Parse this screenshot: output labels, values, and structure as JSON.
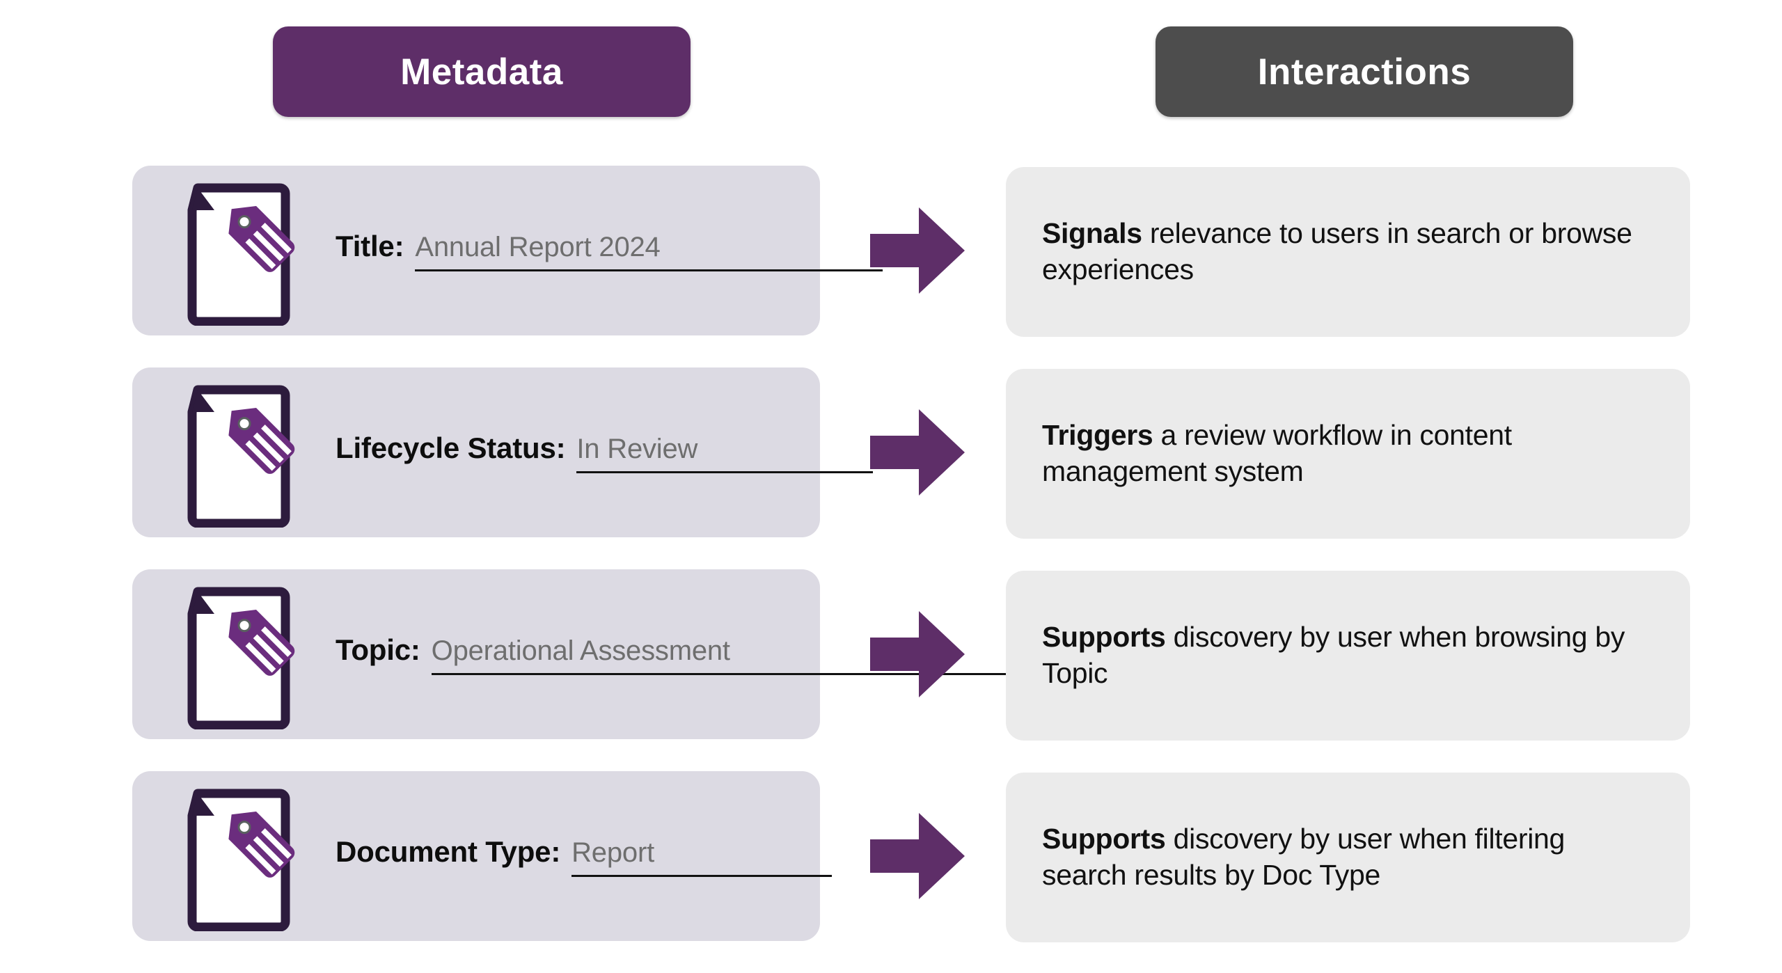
{
  "columns": {
    "left": {
      "title": "Metadata",
      "color": "#5E2E68"
    },
    "right": {
      "title": "Interactions",
      "color": "#4D4D4D"
    }
  },
  "accent": {
    "purple": "#5E2E68",
    "tag_purple": "#6B2D7E",
    "doc_outline": "#2D1B3D"
  },
  "cards": {
    "left_bg": "#DCDAE3",
    "right_bg": "#EBEBEB"
  },
  "icons": {
    "document_tag": "document-tag-icon",
    "arrow": "right-block-arrow-icon"
  },
  "rows": [
    {
      "icon": "document-tag-icon",
      "label": "Title:",
      "value": "Annual Report 2024",
      "underline_width": 320,
      "interaction_lead": "Signals",
      "interaction_rest": " relevance to users in search or browse experiences"
    },
    {
      "icon": "document-tag-icon",
      "label": "Lifecycle Status:",
      "value": "In Review",
      "underline_width": 252,
      "interaction_lead": "Triggers",
      "interaction_rest": " a review workflow in content management system"
    },
    {
      "icon": "document-tag-icon",
      "label": "Topic:",
      "value": "Operational Assessment",
      "underline_width": 490,
      "interaction_lead": "Supports",
      "interaction_rest": " discovery by user when browsing by Topic"
    },
    {
      "icon": "document-tag-icon",
      "label": "Document Type:",
      "value": "Report",
      "underline_width": 255,
      "interaction_lead": "Supports",
      "interaction_rest": " discovery by user when filtering search results by Doc Type"
    }
  ]
}
